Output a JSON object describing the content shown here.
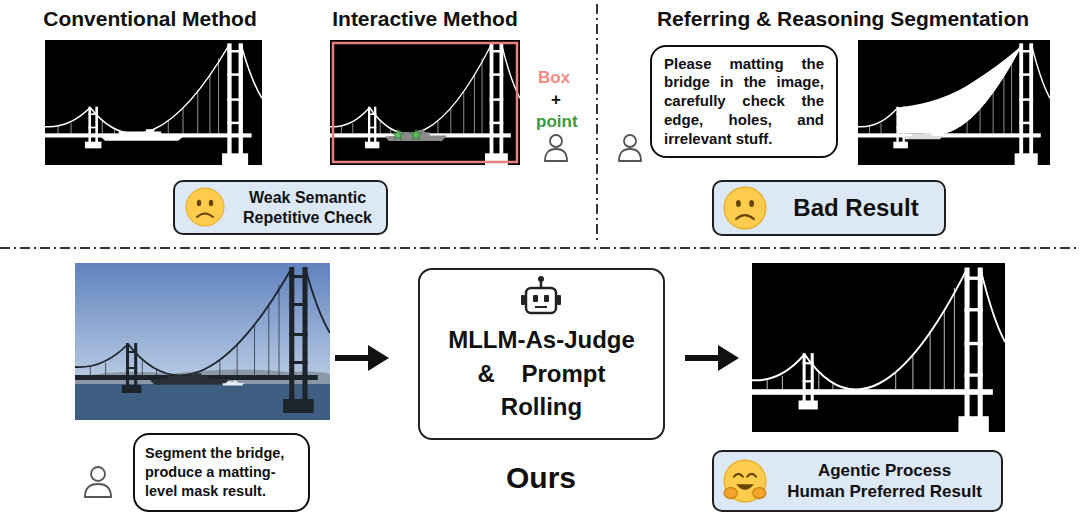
{
  "diagram": {
    "nodes": [
      {
        "text": [
          "Weak Semantic Repetitive Check"
        ]
      },
      {
        "text": [
          "Please matting the bridge in the image, carefully check the edge, holes, and irrelevant stuff."
        ]
      },
      {
        "text": [
          "Bad Result"
        ]
      },
      {
        "text": [
          "Segment the bridge, produce a matting-level mask result."
        ]
      },
      {
        "text": [
          "MLLM-As-Judge & Prompt Rolling"
        ]
      },
      {
        "text": [
          "Agentic Process",
          "Human Preferred Result"
        ]
      }
    ],
    "labels": [
      "Conventional Method",
      "Interactive Method",
      "Box",
      "+",
      "point",
      "Referring & Reasoning Segmentation",
      "Ours"
    ]
  }
}
